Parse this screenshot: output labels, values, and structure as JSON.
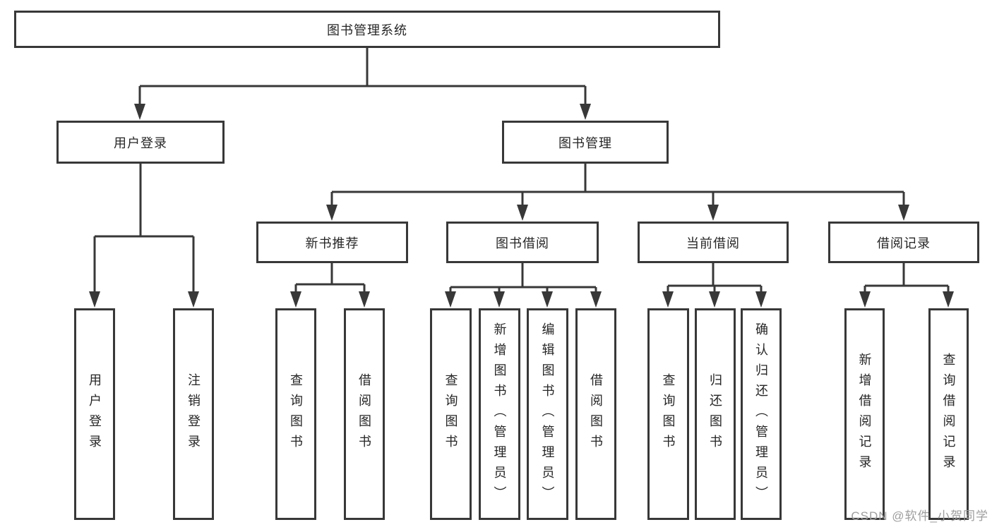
{
  "diagram_type": "hierarchy-tree",
  "colors": {
    "background": "#ffffff",
    "box_border": "#383838",
    "connector_line": "#383838",
    "text": "#262626",
    "watermark_text": "#9e9e9e"
  },
  "tree": {
    "label": "图书管理系统",
    "children": [
      {
        "label": "用户登录",
        "children": [
          {
            "label": "用户登录"
          },
          {
            "label": "注销登录"
          }
        ]
      },
      {
        "label": "图书管理",
        "children": [
          {
            "label": "新书推荐",
            "children": [
              {
                "label": "查询图书"
              },
              {
                "label": "借阅图书"
              }
            ]
          },
          {
            "label": "图书借阅",
            "children": [
              {
                "label": "查询图书"
              },
              {
                "label": "新增图书（管理员）"
              },
              {
                "label": "编辑图书（管理员）"
              },
              {
                "label": "借阅图书"
              }
            ]
          },
          {
            "label": "当前借阅",
            "children": [
              {
                "label": "查询图书"
              },
              {
                "label": "归还图书"
              },
              {
                "label": "确认归还（管理员）"
              }
            ]
          },
          {
            "label": "借阅记录",
            "children": [
              {
                "label": "新增借阅记录"
              },
              {
                "label": "查询借阅记录"
              }
            ]
          }
        ]
      }
    ]
  },
  "watermark": {
    "text": "CSDN @软件_小贺同学"
  }
}
